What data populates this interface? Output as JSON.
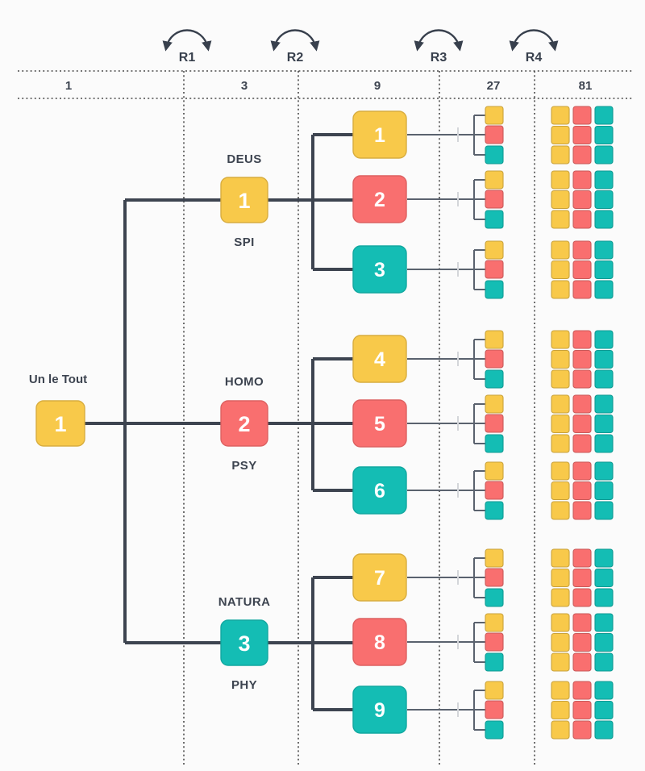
{
  "diagram": {
    "title_label": "Un le Tout",
    "columns": [
      {
        "count": "1"
      },
      {
        "count": "3"
      },
      {
        "count": "9"
      },
      {
        "count": "27"
      },
      {
        "count": "81"
      }
    ],
    "relations": [
      {
        "label": "R1"
      },
      {
        "label": "R2"
      },
      {
        "label": "R3"
      },
      {
        "label": "R4"
      }
    ],
    "root": {
      "number": "1",
      "color": "#F8C94A",
      "label_above": "Un le Tout"
    },
    "level2": [
      {
        "number": "1",
        "color": "#F8C94A",
        "label_above": "DEUS",
        "label_below": "SPI"
      },
      {
        "number": "2",
        "color": "#F96F6F",
        "label_above": "HOMO",
        "label_below": "PSY"
      },
      {
        "number": "3",
        "color": "#14BDB4",
        "label_above": "NATURA",
        "label_below": "PHY"
      }
    ],
    "level3": [
      {
        "number": "1",
        "color": "#F8C94A"
      },
      {
        "number": "2",
        "color": "#F96F6F"
      },
      {
        "number": "3",
        "color": "#14BDB4"
      },
      {
        "number": "4",
        "color": "#F8C94A"
      },
      {
        "number": "5",
        "color": "#F96F6F"
      },
      {
        "number": "6",
        "color": "#14BDB4"
      },
      {
        "number": "7",
        "color": "#F8C94A"
      },
      {
        "number": "8",
        "color": "#F96F6F"
      },
      {
        "number": "9",
        "color": "#14BDB4"
      }
    ],
    "palette": {
      "yellow": "#F8C94A",
      "red": "#F96F6F",
      "teal": "#14BDB4",
      "line": "#3d4450",
      "thin_line": "#5a626e",
      "background": "#fbfbfb",
      "divider": "#4a4a4a"
    },
    "level4_group_sequence": [
      "#F8C94A",
      "#F96F6F",
      "#14BDB4"
    ],
    "level5_row_sequence": [
      "#F8C94A",
      "#F96F6F",
      "#14BDB4"
    ]
  },
  "chart_data": {
    "type": "diagram",
    "title": "Un le Tout",
    "description": "Ternary hierarchy tree: 1 → 3 → 9 → 27 → 81",
    "levels": [
      {
        "count": 1,
        "label": "1"
      },
      {
        "count": 3,
        "label": "3"
      },
      {
        "count": 9,
        "label": "9"
      },
      {
        "count": 27,
        "label": "27"
      },
      {
        "count": 81,
        "label": "81"
      }
    ],
    "relations": [
      "R1",
      "R2",
      "R3",
      "R4"
    ],
    "branching_factor": 3
  }
}
